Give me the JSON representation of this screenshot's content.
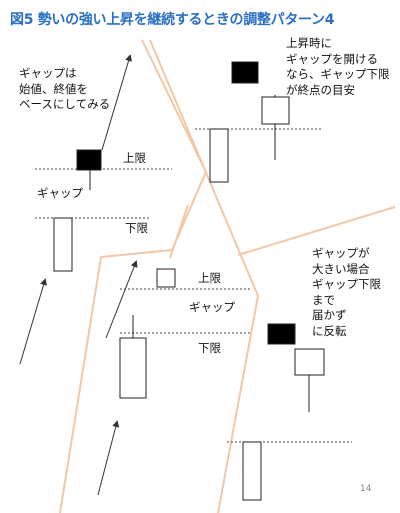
{
  "title": "図5 勢いの強い上昇を継続するときの調整パターン4",
  "notes": {
    "left_top": [
      "ギャップは",
      "始値、終値を",
      "ベースにしてみる"
    ],
    "right_top": [
      "上昇時に",
      "ギャップを開ける",
      "なら、ギャップ下限",
      "が終点の目安"
    ],
    "right_bottom": [
      "ギャップが",
      "大きい場合",
      "ギャップ下限",
      "まで",
      "届かず",
      "に反転"
    ]
  },
  "labels": {
    "upper_limit": "上限",
    "gap": "ギャップ",
    "lower_limit": "下限"
  },
  "colors": {
    "title": "#2a6fc4",
    "divider": "#f2c7a5",
    "bullish_candle": "#ffffff",
    "bearish_candle": "#000000"
  },
  "page_number": "14"
}
